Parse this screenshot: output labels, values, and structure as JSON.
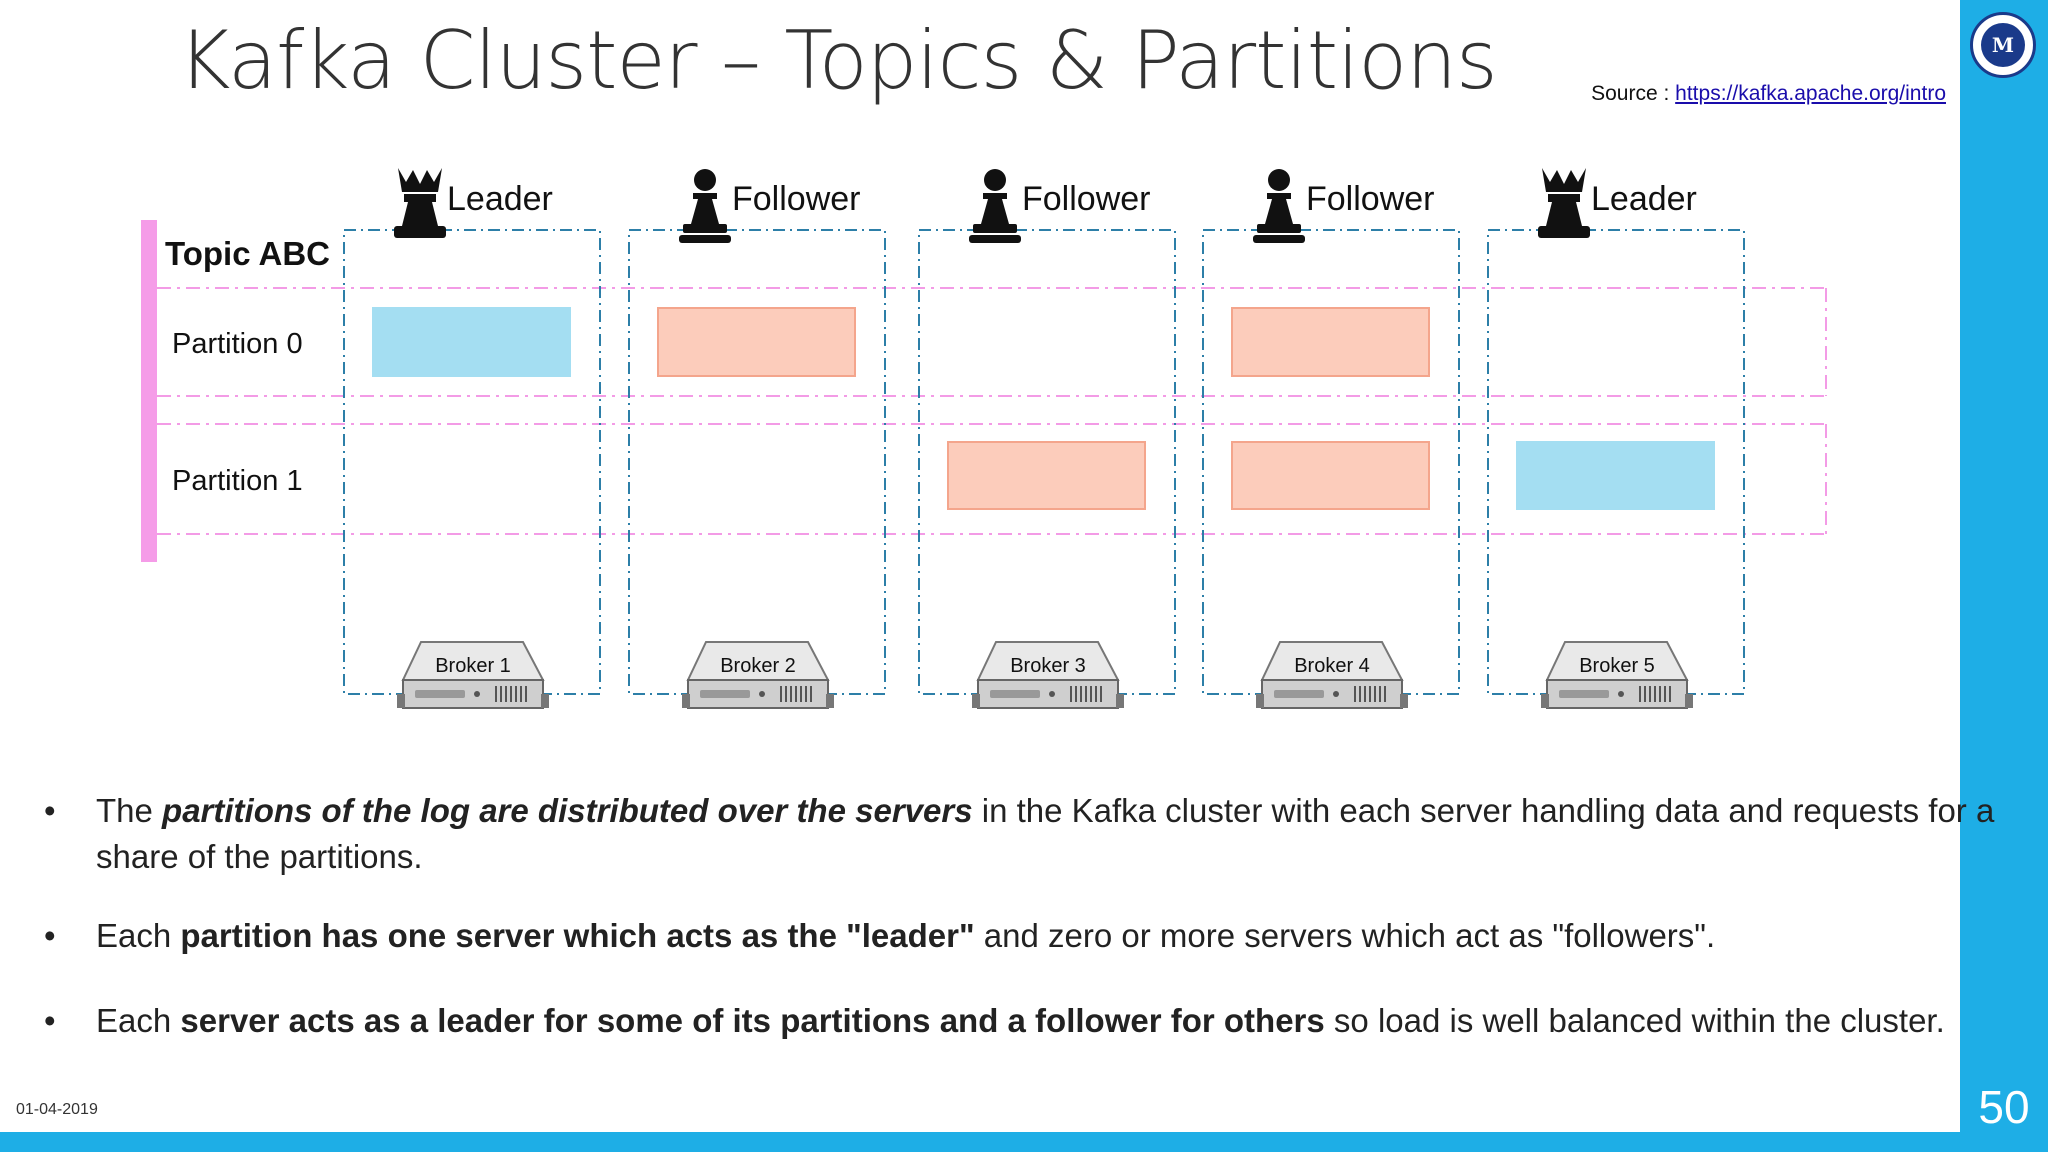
{
  "slide": {
    "title": "Kafka Cluster – Topics & Partitions",
    "source_label": "Source : ",
    "source_link": "https://kafka.apache.org/intro",
    "date": "01-04-2019",
    "page_number": "50",
    "logo_letter": "M"
  },
  "diagram": {
    "topic_label": "Topic ABC",
    "partitions": [
      "Partition 0",
      "Partition 1"
    ],
    "brokers": [
      {
        "name": "Broker 1",
        "role": "Leader",
        "role_icon": "chess-king-icon",
        "partition0": "leader",
        "partition1": ""
      },
      {
        "name": "Broker 2",
        "role": "Follower",
        "role_icon": "chess-pawn-icon",
        "partition0": "follower",
        "partition1": ""
      },
      {
        "name": "Broker 3",
        "role": "Follower",
        "role_icon": "chess-pawn-icon",
        "partition0": "",
        "partition1": "follower"
      },
      {
        "name": "Broker 4",
        "role": "Follower",
        "role_icon": "chess-pawn-icon",
        "partition0": "follower",
        "partition1": "follower"
      },
      {
        "name": "Broker 5",
        "role": "Leader",
        "role_icon": "chess-king-icon",
        "partition0": "",
        "partition1": "leader"
      }
    ],
    "colors": {
      "leader": "#a4def2",
      "follower": "#fcccbb",
      "follower_border": "#f4a58c",
      "broker_box": "#2d7fa8",
      "partition_band": "#f39be6",
      "topic_bar": "#f59ce8"
    }
  },
  "bullets": [
    {
      "parts": [
        {
          "text": "The ",
          "style": "normal"
        },
        {
          "text": "partitions of the log are distributed over the servers",
          "style": "bold-italic"
        },
        {
          "text": " in the Kafka cluster with each server handling data and requests for a share of the partitions.",
          "style": "normal"
        }
      ]
    },
    {
      "parts": [
        {
          "text": "Each ",
          "style": "normal"
        },
        {
          "text": "partition has one server which acts as the \"leader\"",
          "style": "bold"
        },
        {
          "text": " and zero or more servers which act as \"followers\".",
          "style": "normal"
        }
      ]
    },
    {
      "parts": [
        {
          "text": "Each ",
          "style": "normal"
        },
        {
          "text": "server acts as a leader for some of its partitions and a follower for others",
          "style": "bold"
        },
        {
          "text": " so load is well balanced within the cluster.",
          "style": "normal"
        }
      ]
    }
  ]
}
